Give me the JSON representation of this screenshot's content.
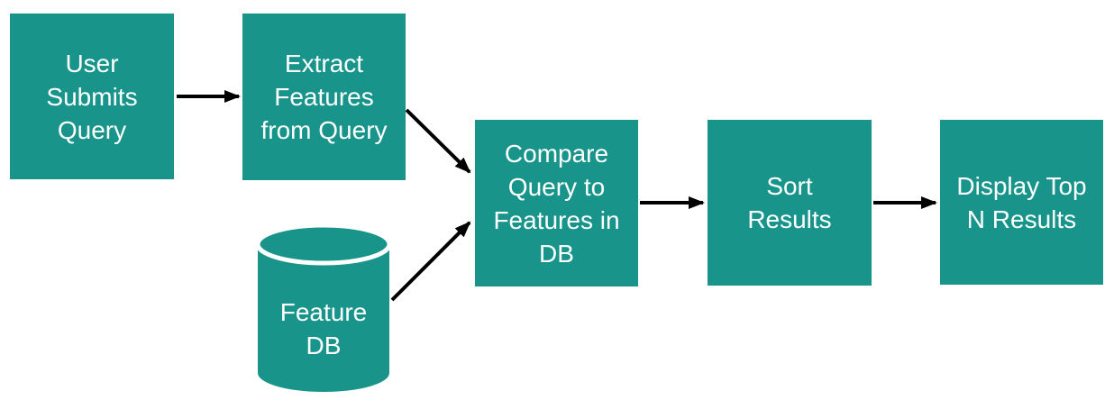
{
  "diagram": {
    "background": "#ffffff",
    "node_fill": "#18948b",
    "node_text_color": "#ffffff",
    "arrow_color": "#000000",
    "nodes": [
      {
        "id": "user-submits-query",
        "shape": "rect",
        "label": "User\nSubmits\nQuery"
      },
      {
        "id": "extract-features",
        "shape": "rect",
        "label": "Extract\nFeatures\nfrom Query"
      },
      {
        "id": "feature-db",
        "shape": "cylinder",
        "label": "Feature\nDB"
      },
      {
        "id": "compare-query",
        "shape": "rect",
        "label": "Compare\nQuery to\nFeatures in\nDB"
      },
      {
        "id": "sort-results",
        "shape": "rect",
        "label": "Sort\nResults"
      },
      {
        "id": "display-top-n",
        "shape": "rect",
        "label": "Display Top\nN Results"
      }
    ],
    "edges": [
      {
        "from": "user-submits-query",
        "to": "extract-features"
      },
      {
        "from": "extract-features",
        "to": "compare-query"
      },
      {
        "from": "feature-db",
        "to": "compare-query"
      },
      {
        "from": "compare-query",
        "to": "sort-results"
      },
      {
        "from": "sort-results",
        "to": "display-top-n"
      }
    ]
  }
}
